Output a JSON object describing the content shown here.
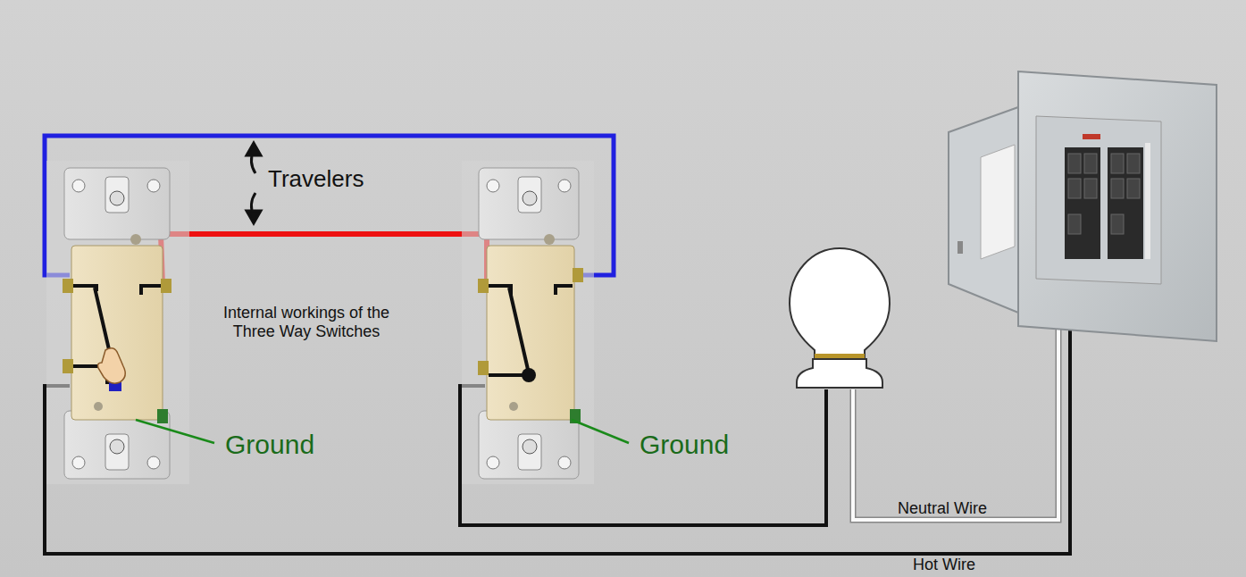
{
  "diagram": {
    "labels": [
      "Travelers",
      "Internal workings of the Three Way Switches",
      "Ground",
      "Ground",
      "Neutral Wire",
      "Hot Wire"
    ]
  }
}
